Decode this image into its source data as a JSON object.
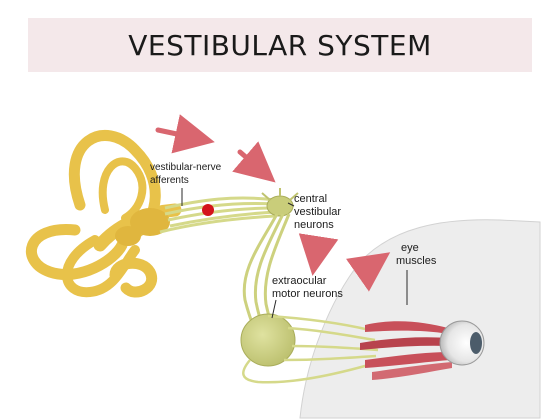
{
  "title": "VESTIBULAR SYSTEM",
  "labels": {
    "vestibular_nerve_afferents": [
      "vestibular-nerve",
      "afferents"
    ],
    "central_vestibular_neurons": [
      "central",
      "vestibular",
      "neurons"
    ],
    "extraocular_motor_neurons": [
      "extraocular",
      "motor neurons"
    ],
    "eye_muscles": [
      "eye",
      "muscles"
    ]
  },
  "colors": {
    "title_band": "#f4e8ea",
    "inner_ear": "#e8c24a",
    "nerve": "#d8db8c",
    "arrow": "#d9666f",
    "stimulus_dot": "#d4141c",
    "muscle": "#c8505a"
  }
}
